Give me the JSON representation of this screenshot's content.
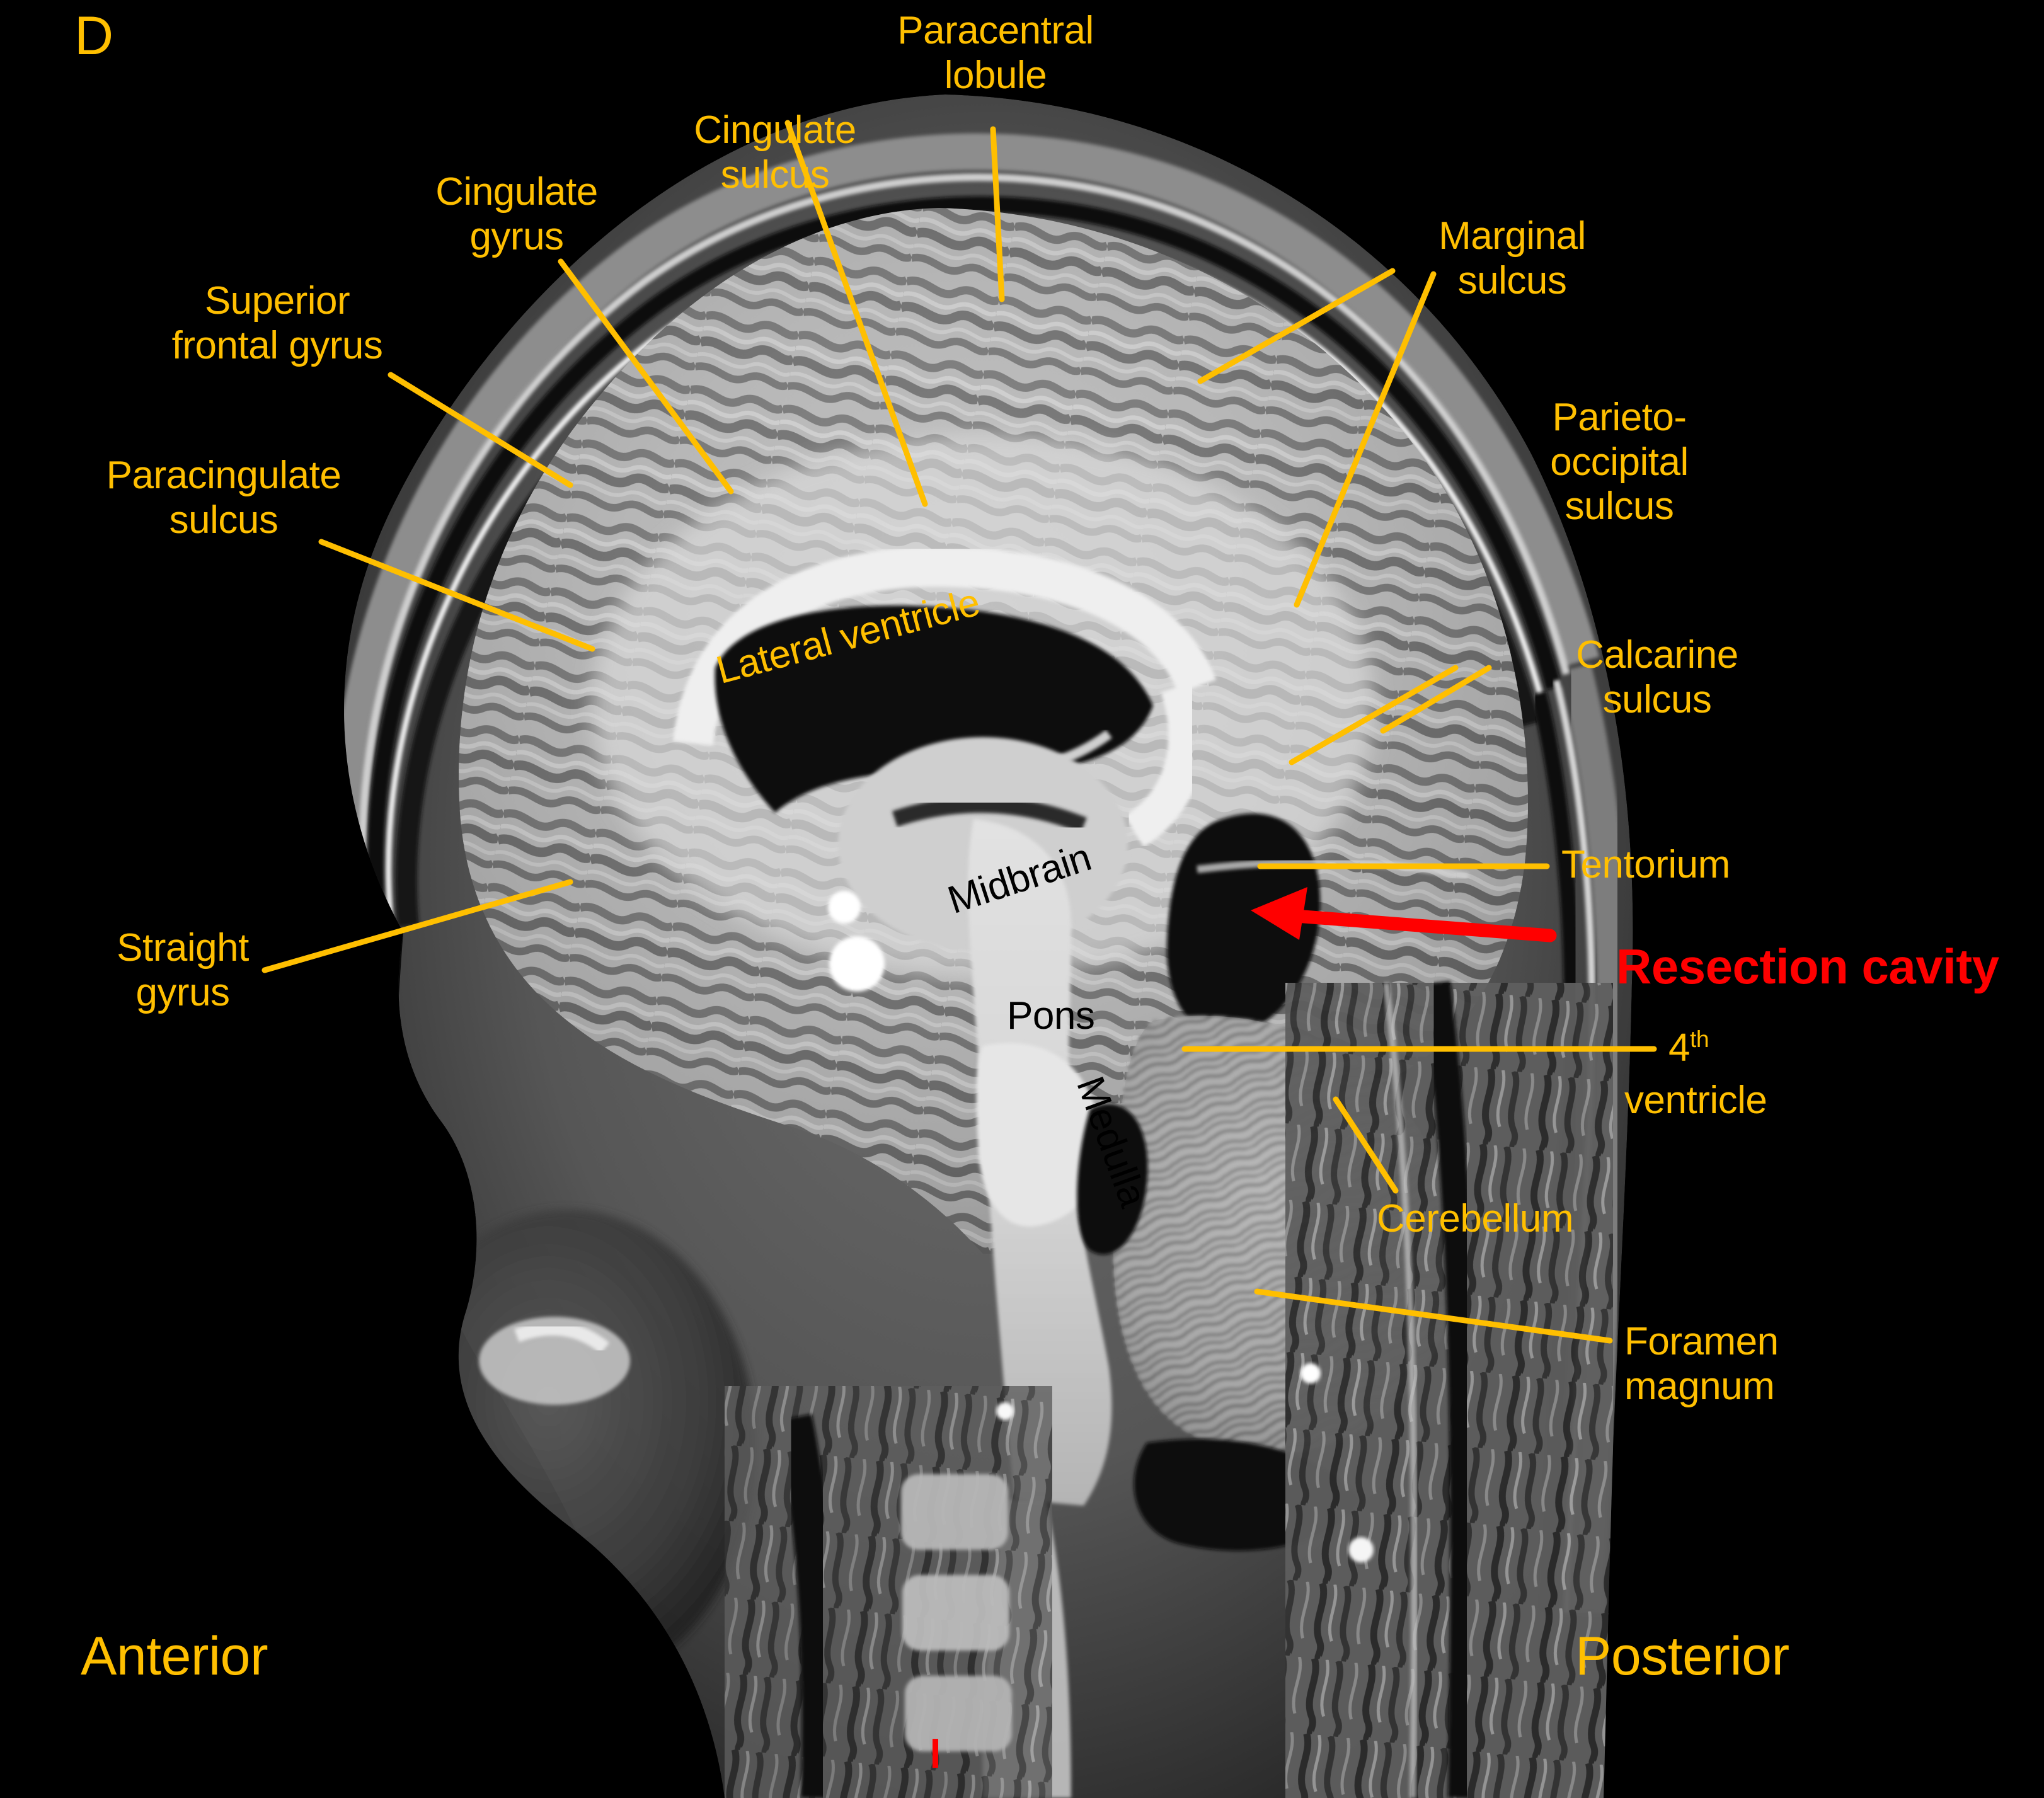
{
  "figure": {
    "panel_letter": "D",
    "modality": "sagittal MRI brain scan",
    "accent_yellow": "#FFBF00",
    "accent_red": "#FF0000",
    "background": "#000000"
  },
  "orientation": {
    "anterior": "Anterior",
    "posterior": "Posterior"
  },
  "annotations": {
    "paracentral_lobule": "Paracentral\nlobule",
    "cingulate_sulcus": "Cingulate\nsulcus",
    "cingulate_gyrus": "Cingulate\ngyrus",
    "superior_frontal_gyrus": "Superior\nfrontal gyrus",
    "paracingulate_sulcus": "Paracingulate\nsulcus",
    "straight_gyrus": "Straight\ngyrus",
    "marginal_sulcus": "Marginal\nsulcus",
    "parieto_occipital_sulcus": "Parieto-\noccipital\nsulcus",
    "calcarine_sulcus": "Calcarine\nsulcus",
    "tentorium": "Tentorium",
    "resection_cavity": "Resection cavity",
    "fourth_ventricle_number": "4",
    "fourth_ventricle_ordinal": "th",
    "fourth_ventricle_word": "ventricle",
    "cerebellum": "Cerebellum",
    "foramen_magnum": "Foramen\nmagnum",
    "lateral_ventricle": "Lateral ventricle",
    "midbrain": "Midbrain",
    "pons": "Pons",
    "medulla": "Medulla"
  }
}
